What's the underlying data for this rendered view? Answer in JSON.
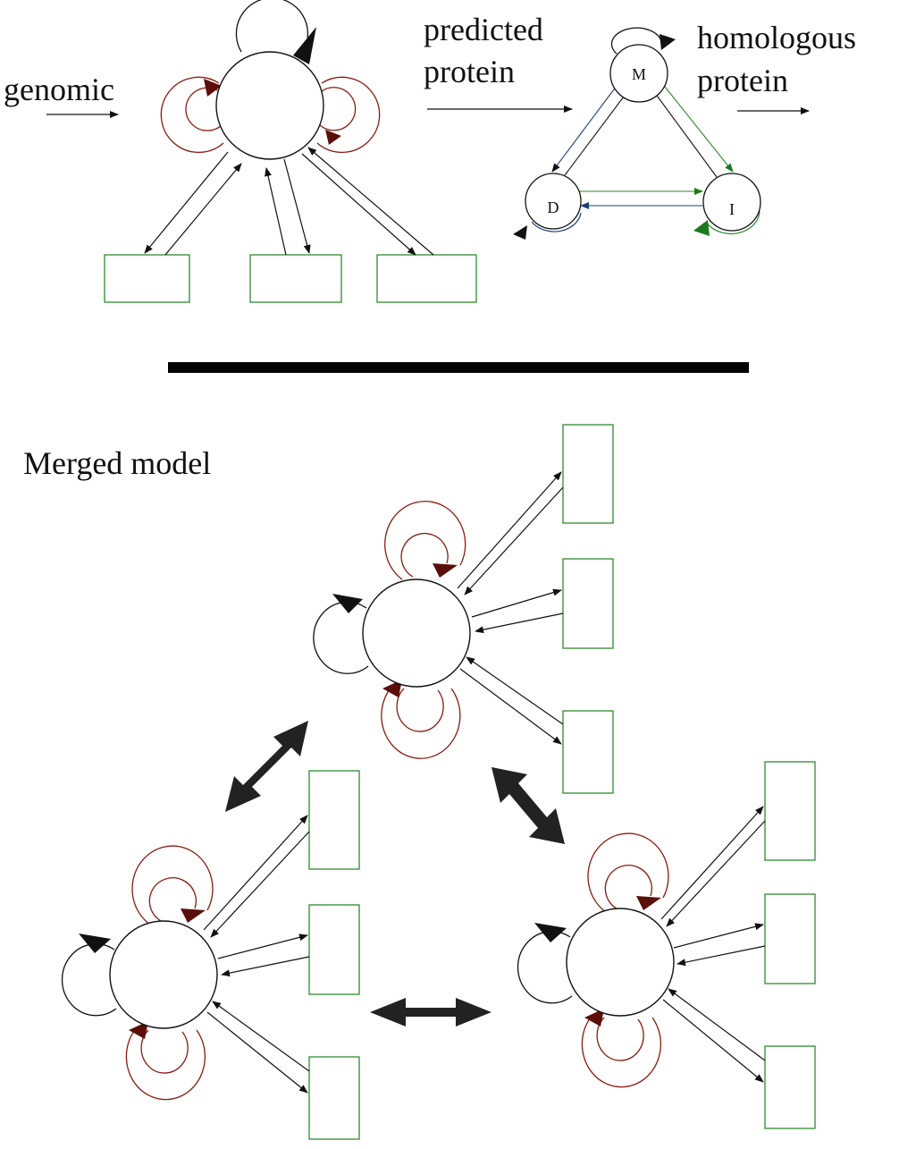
{
  "labels": {
    "genomic": "genomic",
    "predicted_line1": "predicted",
    "predicted_line2": "protein",
    "homologous_line1": "homologous",
    "homologous_line2": "protein",
    "merged": "Merged model"
  },
  "states": {
    "match": "M",
    "delete": "D",
    "insert": "I"
  },
  "colors": {
    "ink": "#111111",
    "self_loop": "#8b1a10",
    "emission_box": "#2e8b2e",
    "insert_path": "#2a8a2a",
    "delete_path": "#1f3f7a",
    "divider": "#000000"
  }
}
